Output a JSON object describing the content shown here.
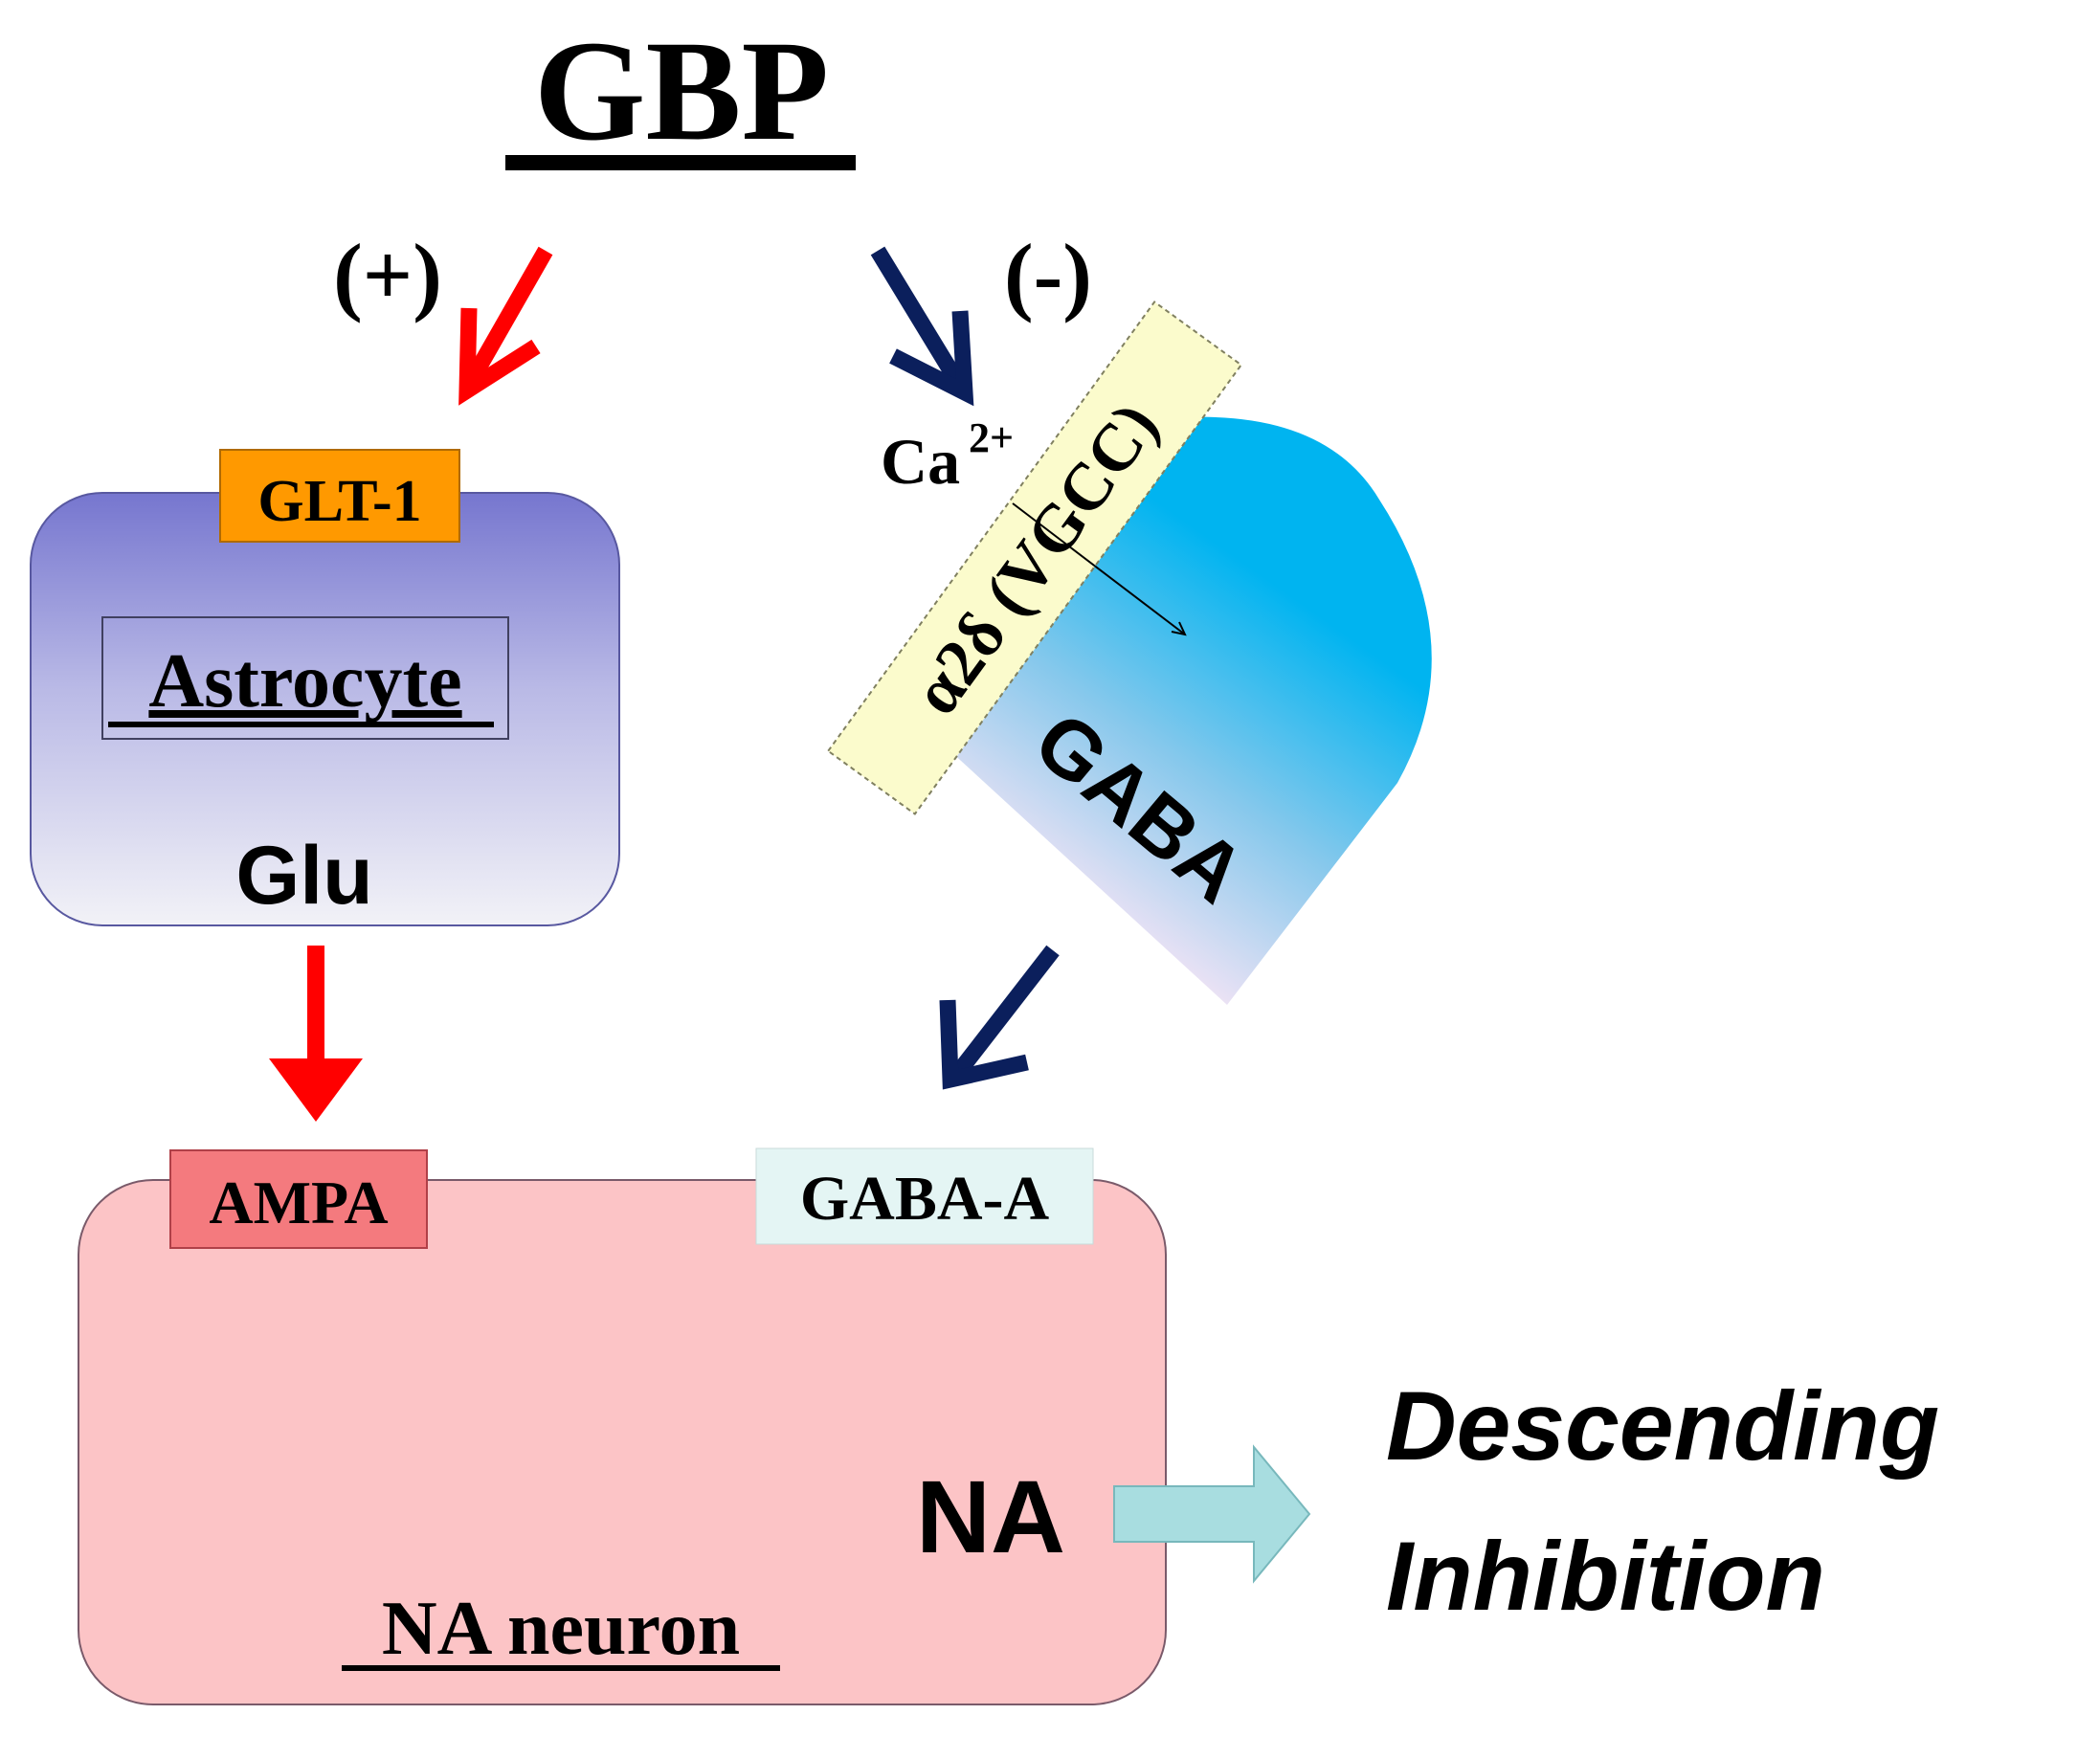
{
  "title": "GBP",
  "pathways": {
    "left_sign": "(+)",
    "right_sign": "(-)"
  },
  "astrocyte": {
    "receptor": "GLT-1",
    "label": "Astrocyte",
    "transmitter": "Glu"
  },
  "gaba_terminal": {
    "ion_base": "Ca",
    "ion_charge": "2+",
    "channel": "α2δ (VGCC)",
    "label": "GABA"
  },
  "na_neuron": {
    "receptor_left": "AMPA",
    "receptor_right": "GABA-A",
    "transmitter": "NA",
    "label": "NA neuron"
  },
  "outcome": {
    "line1": "Descending",
    "line2": "Inhibition"
  },
  "colors": {
    "excitatory_arrow": "#ff0000",
    "inhibitory_arrow": "#0b1f5c",
    "output_arrow": "#a8dde0",
    "glt1": "#ff9900",
    "ampa": "#f47a7e",
    "gaba_a": "#e4f5f4",
    "astrocyte_top": "#7878d0",
    "astrocyte_bottom": "#f0f0f6",
    "na_neuron": "#fcc4c6",
    "channel": "#fbfbcc",
    "gaba_terminal_top": "#00b4f0",
    "gaba_terminal_bottom": "#fae6f6"
  }
}
